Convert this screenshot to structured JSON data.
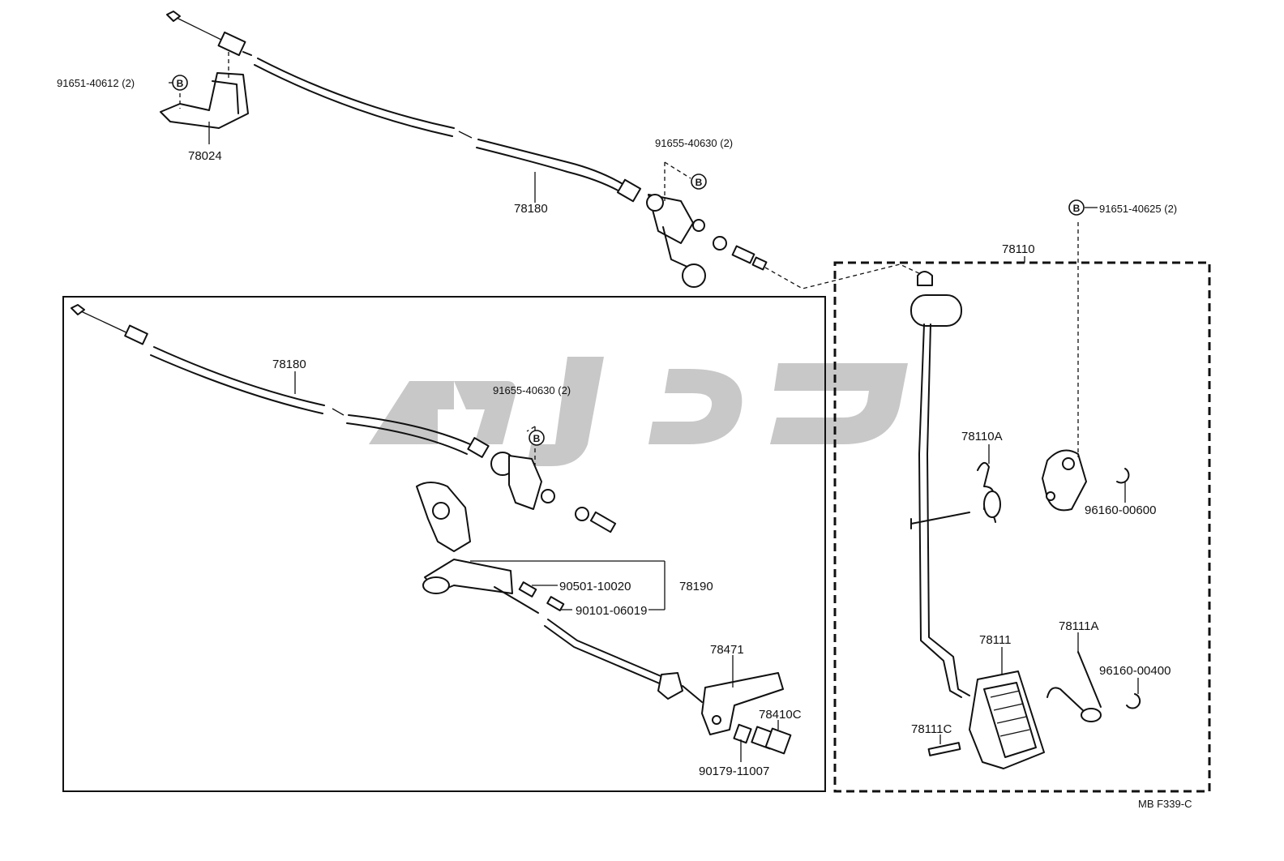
{
  "parts": {
    "p91651_40612": "91651-40612 (2)",
    "p78024": "78024",
    "p78180_upper": "78180",
    "p91655_40630_upper": "91655-40630 (2)",
    "p91651_40625": "91651-40625 (2)",
    "p78110": "78110",
    "p78180_lower": "78180",
    "p91655_40630_lower": "91655-40630 (2)",
    "p78110A": "78110A",
    "p96160_00600": "96160-00600",
    "p90501_10020": "90501-10020",
    "p78190": "78190",
    "p90101_06019": "90101-06019",
    "p78471": "78471",
    "p78111": "78111",
    "p78111A": "78111A",
    "p96160_00400": "96160-00400",
    "p78410C": "78410C",
    "p78111C": "78111C",
    "p90179_11007": "90179-11007"
  },
  "marks": {
    "b": "B"
  },
  "figure_code": "MB F339-C"
}
